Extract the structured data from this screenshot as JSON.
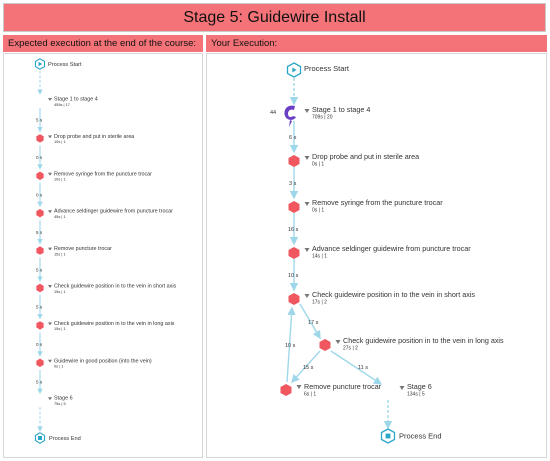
{
  "page": {
    "title": "Stage 5: Guidewire Install"
  },
  "left_panel": {
    "header": "Expected execution at the end of the course:",
    "start_label": "Process Start",
    "end_label": "Process End",
    "steps": [
      {
        "label": "Stage 1 to stage 4",
        "stats": "455s | 17"
      },
      {
        "label": "Drop probe and put in sterile area",
        "stats": "10s | 1"
      },
      {
        "label": "Remove syringe from the puncture trocar",
        "stats": "10s | 1"
      },
      {
        "label": "Advance seldinger guidewire from puncture trocar",
        "stats": "45s | 1"
      },
      {
        "label": "Remove puncture trocar",
        "stats": "15s | 1"
      },
      {
        "label": "Check guidewire position in to the vein in short axis",
        "stats": "15s | 1"
      },
      {
        "label": "Check guidewire position in to the vein in long axis",
        "stats": "15s | 1"
      },
      {
        "label": "Guidewire in good position (into the vein)",
        "stats": "0s | 1"
      },
      {
        "label": "Stage 6",
        "stats": "75s | 5"
      }
    ],
    "edges": [
      "5 s",
      "0 s",
      "0 s",
      "5 s",
      "5 s",
      "5 s",
      "0 s",
      "5 s"
    ]
  },
  "right_panel": {
    "header": "Your Execution:",
    "start_label": "Process Start",
    "end_label": "Process End",
    "badge": "44",
    "steps": {
      "stage14": {
        "label": "Stage 1 to stage 4",
        "stats": "709s | 20"
      },
      "drop": {
        "label": "Drop probe and put in sterile area",
        "stats": "0s | 1"
      },
      "syringe": {
        "label": "Remove syringe from the puncture trocar",
        "stats": "0s | 1"
      },
      "advance": {
        "label": "Advance seldinger guidewire from puncture trocar",
        "stats": "14s | 1"
      },
      "short": {
        "label": "Check guidewire position in to the vein in short axis",
        "stats": "17s | 2"
      },
      "long": {
        "label": "Check guidewire position in to the vein in long axis",
        "stats": "27s | 2"
      },
      "remove": {
        "label": "Remove puncture trocar",
        "stats": "6s | 1"
      },
      "stage6": {
        "label": "Stage 6",
        "stats": "134s | 5"
      }
    },
    "edges": {
      "e1": "6 s",
      "e2": "3 s",
      "e3": "16 s",
      "e4": "10 s",
      "e5": "17 s",
      "e6": "15 s",
      "e7": "11 s",
      "e8": "10 s"
    }
  },
  "colors": {
    "header_bg": "#f47378",
    "node_red": "#f0575f",
    "node_blue": "#2aa6c8",
    "edge": "#9fd7ea",
    "badge": "#6a3fc4"
  }
}
